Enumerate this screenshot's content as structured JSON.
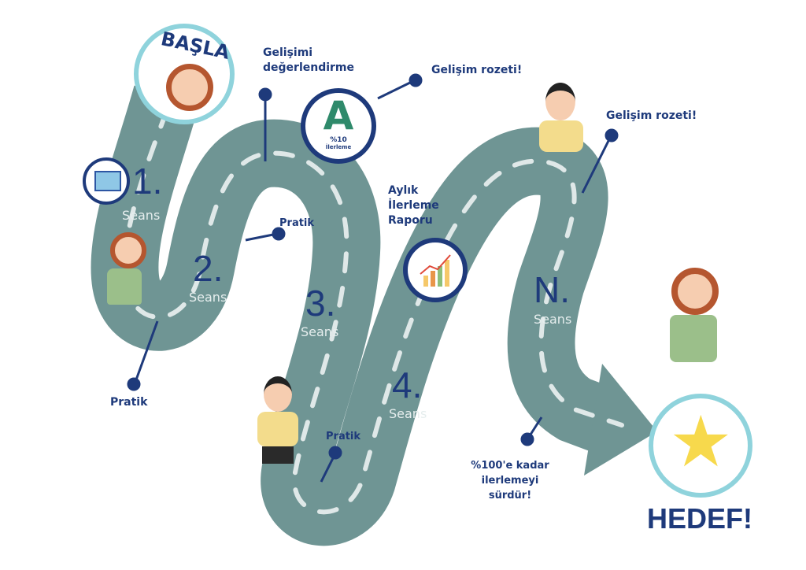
{
  "start_label": "BAŞLA",
  "goal_label": "HEDEF!",
  "sessions": [
    {
      "number": "1.",
      "label": "Seans"
    },
    {
      "number": "2.",
      "label": "Seans"
    },
    {
      "number": "3.",
      "label": "Seans"
    },
    {
      "number": "4.",
      "label": "Seans"
    },
    {
      "number": "N.",
      "label": "Seans"
    }
  ],
  "annotations": {
    "evaluate": "Gelişimi değerlendirme",
    "badge1": "Gelişim rozeti!",
    "badge2": "Gelişim rozeti!",
    "report": "Aylık İlerleme Raporu",
    "practice1": "Pratik",
    "practice2": "Pratik",
    "practice3": "Pratik",
    "continue": "%100'e kadar ilerlemeyi sürdür!"
  },
  "badge": {
    "letter": "A",
    "percent": "%10",
    "text": "İlerleme"
  },
  "colors": {
    "road": "#6f9594",
    "navy": "#1e3a7b",
    "ring": "#8fd3dc",
    "dash": "#dfe8e8"
  }
}
